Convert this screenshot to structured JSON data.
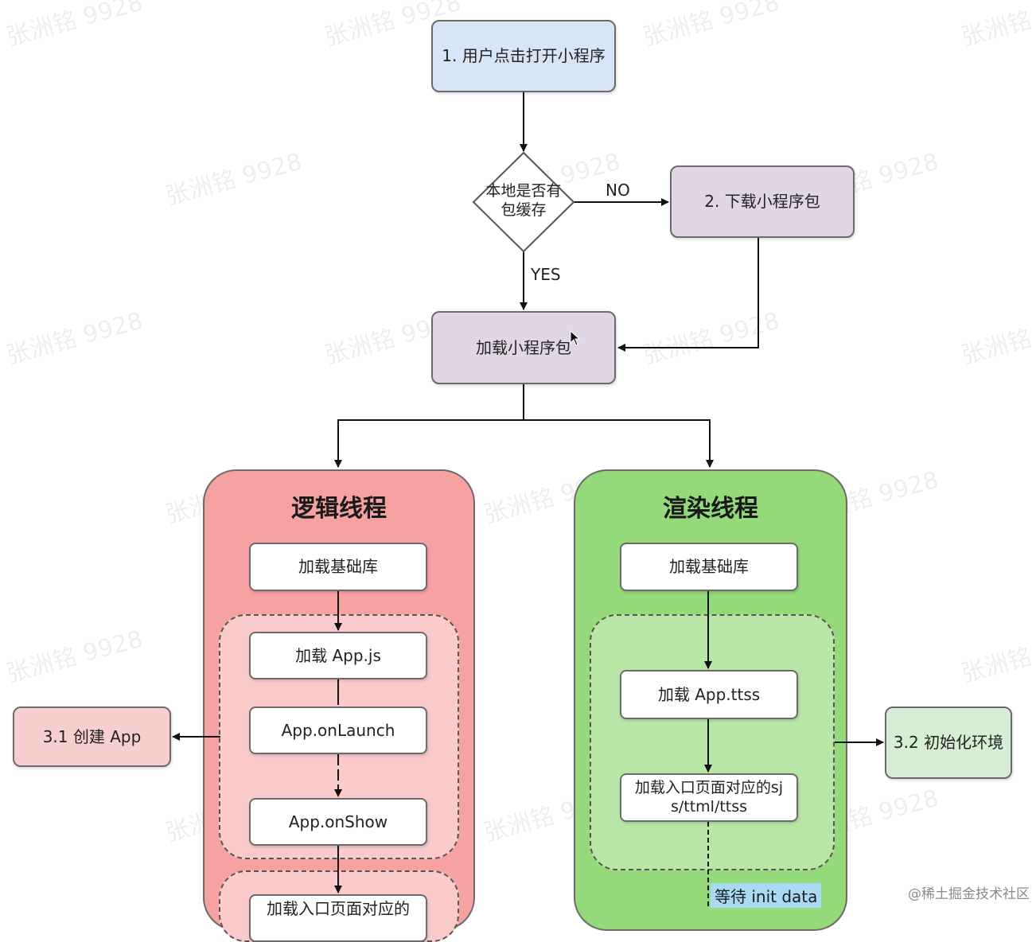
{
  "watermark": "张洲铭 9928",
  "nodes": {
    "start": "1. 用户点击打开小程序",
    "decision": "本地是否有包缓存",
    "download": "2. 下载小程序包",
    "load": "加载小程序包",
    "create_app": "3.1 创建 App",
    "init_env": "3.2 初始化环境"
  },
  "edge_labels": {
    "no": "NO",
    "yes": "YES"
  },
  "logic_thread": {
    "title": "逻辑线程",
    "steps": [
      "加载基础库",
      "加载 App.js",
      "App.onLaunch",
      "App.onShow",
      "加载入口页面对应的"
    ]
  },
  "render_thread": {
    "title": "渲染线程",
    "steps": [
      "加载基础库",
      "加载 App.ttss",
      "加载入口页面对应的sjs/ttml/ttss"
    ],
    "wait_label": "等待 init data"
  },
  "footer": "@稀土掘金技术社区",
  "colors": {
    "start": "#d7e5f6",
    "purple": "#e2d6e6",
    "logic_thread": "#f7a2a2",
    "render_thread": "#94d97a",
    "create_app": "#f8cfcf",
    "init_env": "#d6eed3",
    "wait": "#a8dbf3"
  }
}
